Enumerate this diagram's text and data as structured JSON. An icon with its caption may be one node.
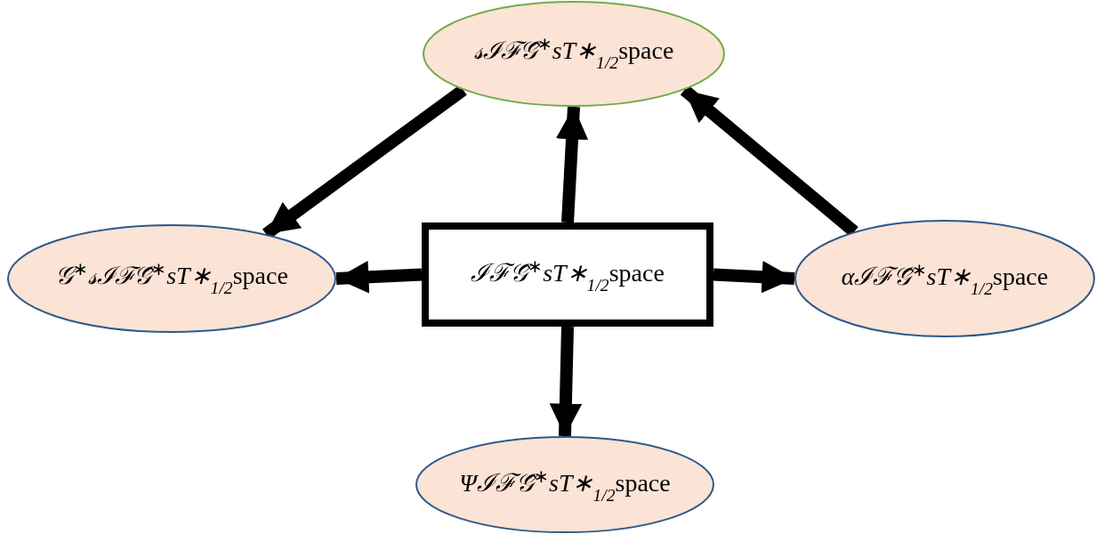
{
  "diagram": {
    "nodes": [
      {
        "text": [
          "*𝓈ℐℱ𝒢̂*$^{∗}$*sT∗*$_{1/2}$space"
        ]
      },
      {
        "text": [
          "*𝒢*$^{∗}$*𝓈ℐℱ𝒢̂*$^{∗}$*sT∗*$_{1/2}$space"
        ]
      },
      {
        "text": [
          "*ℐℱ𝒢̂*$^{∗}$*sT∗*$_{1/2}$space"
        ]
      },
      {
        "text": [
          "*αℐℱ𝒢̂*$^{∗}$*sT∗*$_{1/2}$space"
        ]
      },
      {
        "text": [
          "*Ψℐℱ𝒢̂*$^{∗}$*sT∗*$_{1/2}$space"
        ]
      }
    ],
    "edges": [
      {
        "from": 0,
        "to": 1,
        "arrow": "to"
      },
      {
        "from": 2,
        "to": 0,
        "arrow": "to"
      },
      {
        "from": 3,
        "to": 0,
        "arrow": "to"
      },
      {
        "from": 2,
        "to": 1,
        "arrow": "to"
      },
      {
        "from": 2,
        "to": 3,
        "arrow": "to"
      },
      {
        "from": 2,
        "to": 4,
        "arrow": "to"
      }
    ]
  }
}
